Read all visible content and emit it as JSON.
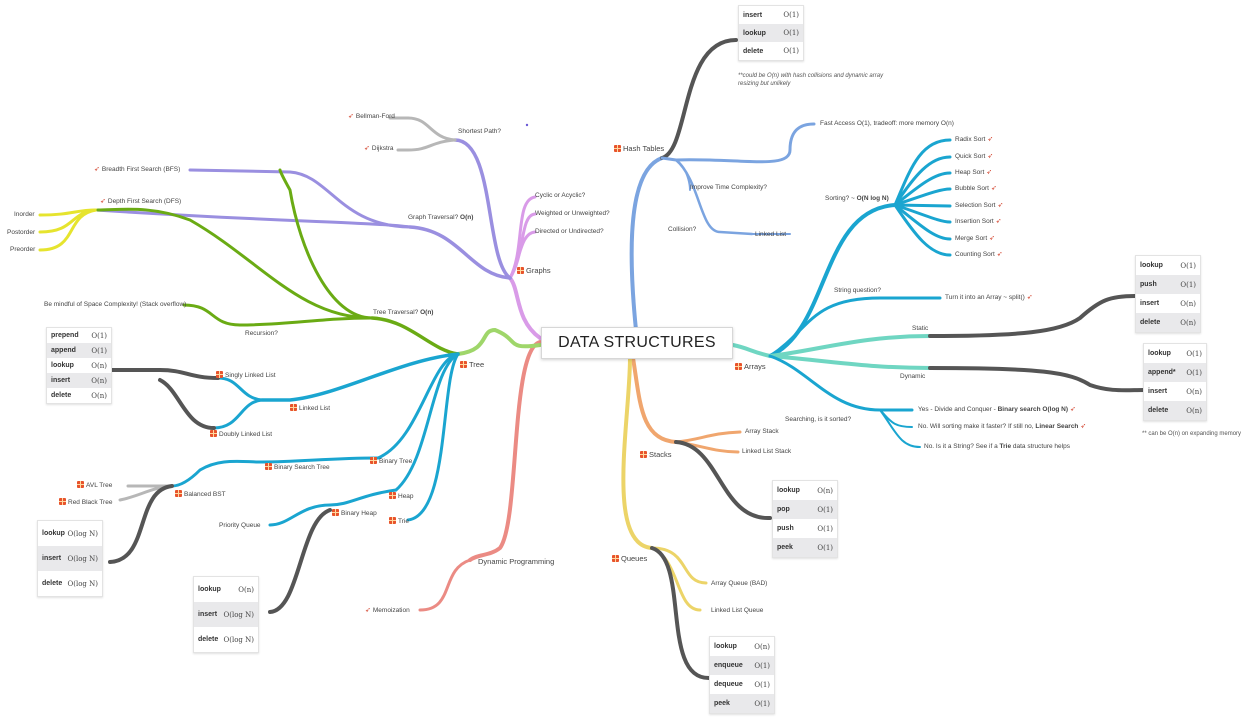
{
  "central": "DATA STRUCTURES",
  "hash": {
    "title": "Hash Tables",
    "note": "**could be O(n) with hash collisions and dynamic array resizing but unlikely",
    "table": [
      [
        "insert",
        "O(1)"
      ],
      [
        "lookup",
        "O(1)"
      ],
      [
        "delete",
        "O(1)"
      ]
    ],
    "improve": "Improve Time Complexity?",
    "fast": "Fast Access O(1), tradeoff: more memory O(n)",
    "collision": "Collision?",
    "linked": "Linked List"
  },
  "arrays": {
    "title": "Arrays",
    "sorting": "Sorting? ~ ",
    "sorting_bold": "O(N log N)",
    "sorts": [
      "Radix Sort",
      "Quick Sort",
      "Heap Sort",
      "Bubble Sort",
      "Selection Sort",
      "Insertion Sort",
      "Merge Sort",
      "Counting Sort"
    ],
    "string_q": "String question?",
    "string_a": "Turn it into an Array ~ split()",
    "static": "Static",
    "dynamic": "Dynamic",
    "search_q": "Searching, is it sorted?",
    "yes_pre": "Yes - Divide and Conquer - ",
    "yes_bold": "Binary search O(log N)",
    "no1_pre": "No. Will sorting make it faster? If still no, ",
    "no1_bold": "Linear Search",
    "no2_pre": "No. Is it a String? See if a ",
    "no2_bold": "Trie",
    "no2_post": " data structure helps",
    "static_table": [
      [
        "lookup",
        "O(1)"
      ],
      [
        "push",
        "O(1)"
      ],
      [
        "insert",
        "O(n)"
      ],
      [
        "delete",
        "O(n)"
      ]
    ],
    "dynamic_table": [
      [
        "lookup",
        "O(1)"
      ],
      [
        "append*",
        "O(1)"
      ],
      [
        "insert",
        "O(n)"
      ],
      [
        "delete",
        "O(n)"
      ]
    ],
    "dyn_note": "** can be O(n) on expanding memory"
  },
  "stacks": {
    "title": "Stacks",
    "array": "Array Stack",
    "linked": "Linked List Stack",
    "table": [
      [
        "lookup",
        "O(n)"
      ],
      [
        "pop",
        "O(1)"
      ],
      [
        "push",
        "O(1)"
      ],
      [
        "peek",
        "O(1)"
      ]
    ]
  },
  "queues": {
    "title": "Queues",
    "array": "Array Queue (BAD)",
    "linked": "Linked List Queue",
    "table": [
      [
        "lookup",
        "O(n)"
      ],
      [
        "enqueue",
        "O(1)"
      ],
      [
        "dequeue",
        "O(1)"
      ],
      [
        "peek",
        "O(1)"
      ]
    ]
  },
  "dp": {
    "title": "Dynamic Programming",
    "memo": "Memoization"
  },
  "graphs": {
    "title": "Graphs",
    "shortest": "Shortest Path?",
    "bellman": "Bellman-Ford",
    "dijkstra": "Dijkstra",
    "cyclic": "Cyclic or Acyclic?",
    "weighted": "Weighted or Unweighted?",
    "directed": "Directed or Undirected?",
    "traversal": "Graph Traversal? ",
    "traversal_bold": "O(n)",
    "bfs": "Breadth First Search (BFS)",
    "dfs": "Depth First Search (DFS)",
    "inorder": "Inorder",
    "postorder": "Postorder",
    "preorder": "Preorder"
  },
  "tree": {
    "title": "Tree",
    "traversal": "Tree Traversal? ",
    "traversal_bold": "O(n)",
    "space": "Be mindful of Space Complexity! (Stack overflow)",
    "recursion": "Recursion?",
    "linked": "Linked List",
    "singly": "Singly Linked List",
    "doubly": "Doubly Linked List",
    "ll_table": [
      [
        "prepend",
        "O(1)"
      ],
      [
        "append",
        "O(1)"
      ],
      [
        "lookup",
        "O(n)"
      ],
      [
        "insert",
        "O(n)"
      ],
      [
        "delete",
        "O(n)"
      ]
    ],
    "binary": "Binary Tree",
    "bst": "Binary Search Tree",
    "balanced": "Balanced BST",
    "avl": "AVL Tree",
    "redblack": "Red Black Tree",
    "bst_table": [
      [
        "lookup",
        "O(log N)"
      ],
      [
        "insert",
        "O(log N)"
      ],
      [
        "delete",
        "O(log N)"
      ]
    ],
    "heap": "Heap",
    "binheap": "Binary Heap",
    "pq": "Priority Queue",
    "heap_table": [
      [
        "lookup",
        "O(n)"
      ],
      [
        "insert",
        "O(log N)"
      ],
      [
        "delete",
        "O(log N)"
      ]
    ],
    "trie": "Trie"
  },
  "colors": {
    "hash": "#7ba4e0",
    "arrays": "#1aa5d0",
    "static": "#6fd6c2",
    "stacks": "#f0a66e",
    "queues": "#ecd468",
    "dp": "#eb8b84",
    "tree": "#9fd66a",
    "graphs": "#d99be8",
    "graph_sub": "#9a8fe0",
    "green": "#6aab14",
    "blue": "#1aa5d0",
    "dark": "#555555",
    "yellow": "#e6e42e",
    "grey": "#b7b7b7"
  }
}
